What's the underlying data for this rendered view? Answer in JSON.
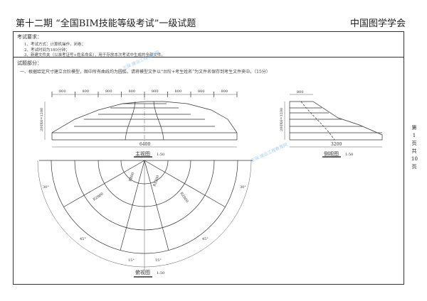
{
  "header": {
    "title": "第十二期 “全国BIM技能等级考试”一级试题",
    "org": "中国图学学会"
  },
  "requirements": {
    "heading": "考试要求：",
    "items": [
      "1、考试方式：计算机操作，闭卷；",
      "2、考试时间为180分钟；",
      "3、新建文件夹（以准考证号+姓名命名），用于存放本次考试中生成的全部文件。"
    ]
  },
  "questions": {
    "heading": "试题部分：",
    "q1": "一、根据给定尺寸建立台阶模型，图中所有曲线均为圆弧，请将模型文件以“台阶+考生姓名”为文件名保存到考生文件夹中。（15分）"
  },
  "front_view": {
    "dims": [
      "800",
      "800",
      "800",
      "800",
      "800",
      "800",
      "800",
      "800"
    ],
    "height": "200X6=1200",
    "width": "6400",
    "label": "主视图",
    "scale": "1:50"
  },
  "side_view": {
    "dim_top": "800",
    "height": "200X6=1200",
    "width": "3200",
    "label": "侧视图",
    "scale": "1:50"
  },
  "top_view": {
    "r1": "R800",
    "r2": "R1200",
    "r3": "R2800",
    "r4": "R2800",
    "a_left": "30°",
    "a_right": "30°",
    "a_bl": "45°",
    "a_br": "45°",
    "a_l15": "15°",
    "a_r15": "15°",
    "label": "俯视图",
    "scale": "1:50"
  },
  "page_info": {
    "text": "第1页 共10页"
  },
  "watermark": "正保 建设工程教育网"
}
